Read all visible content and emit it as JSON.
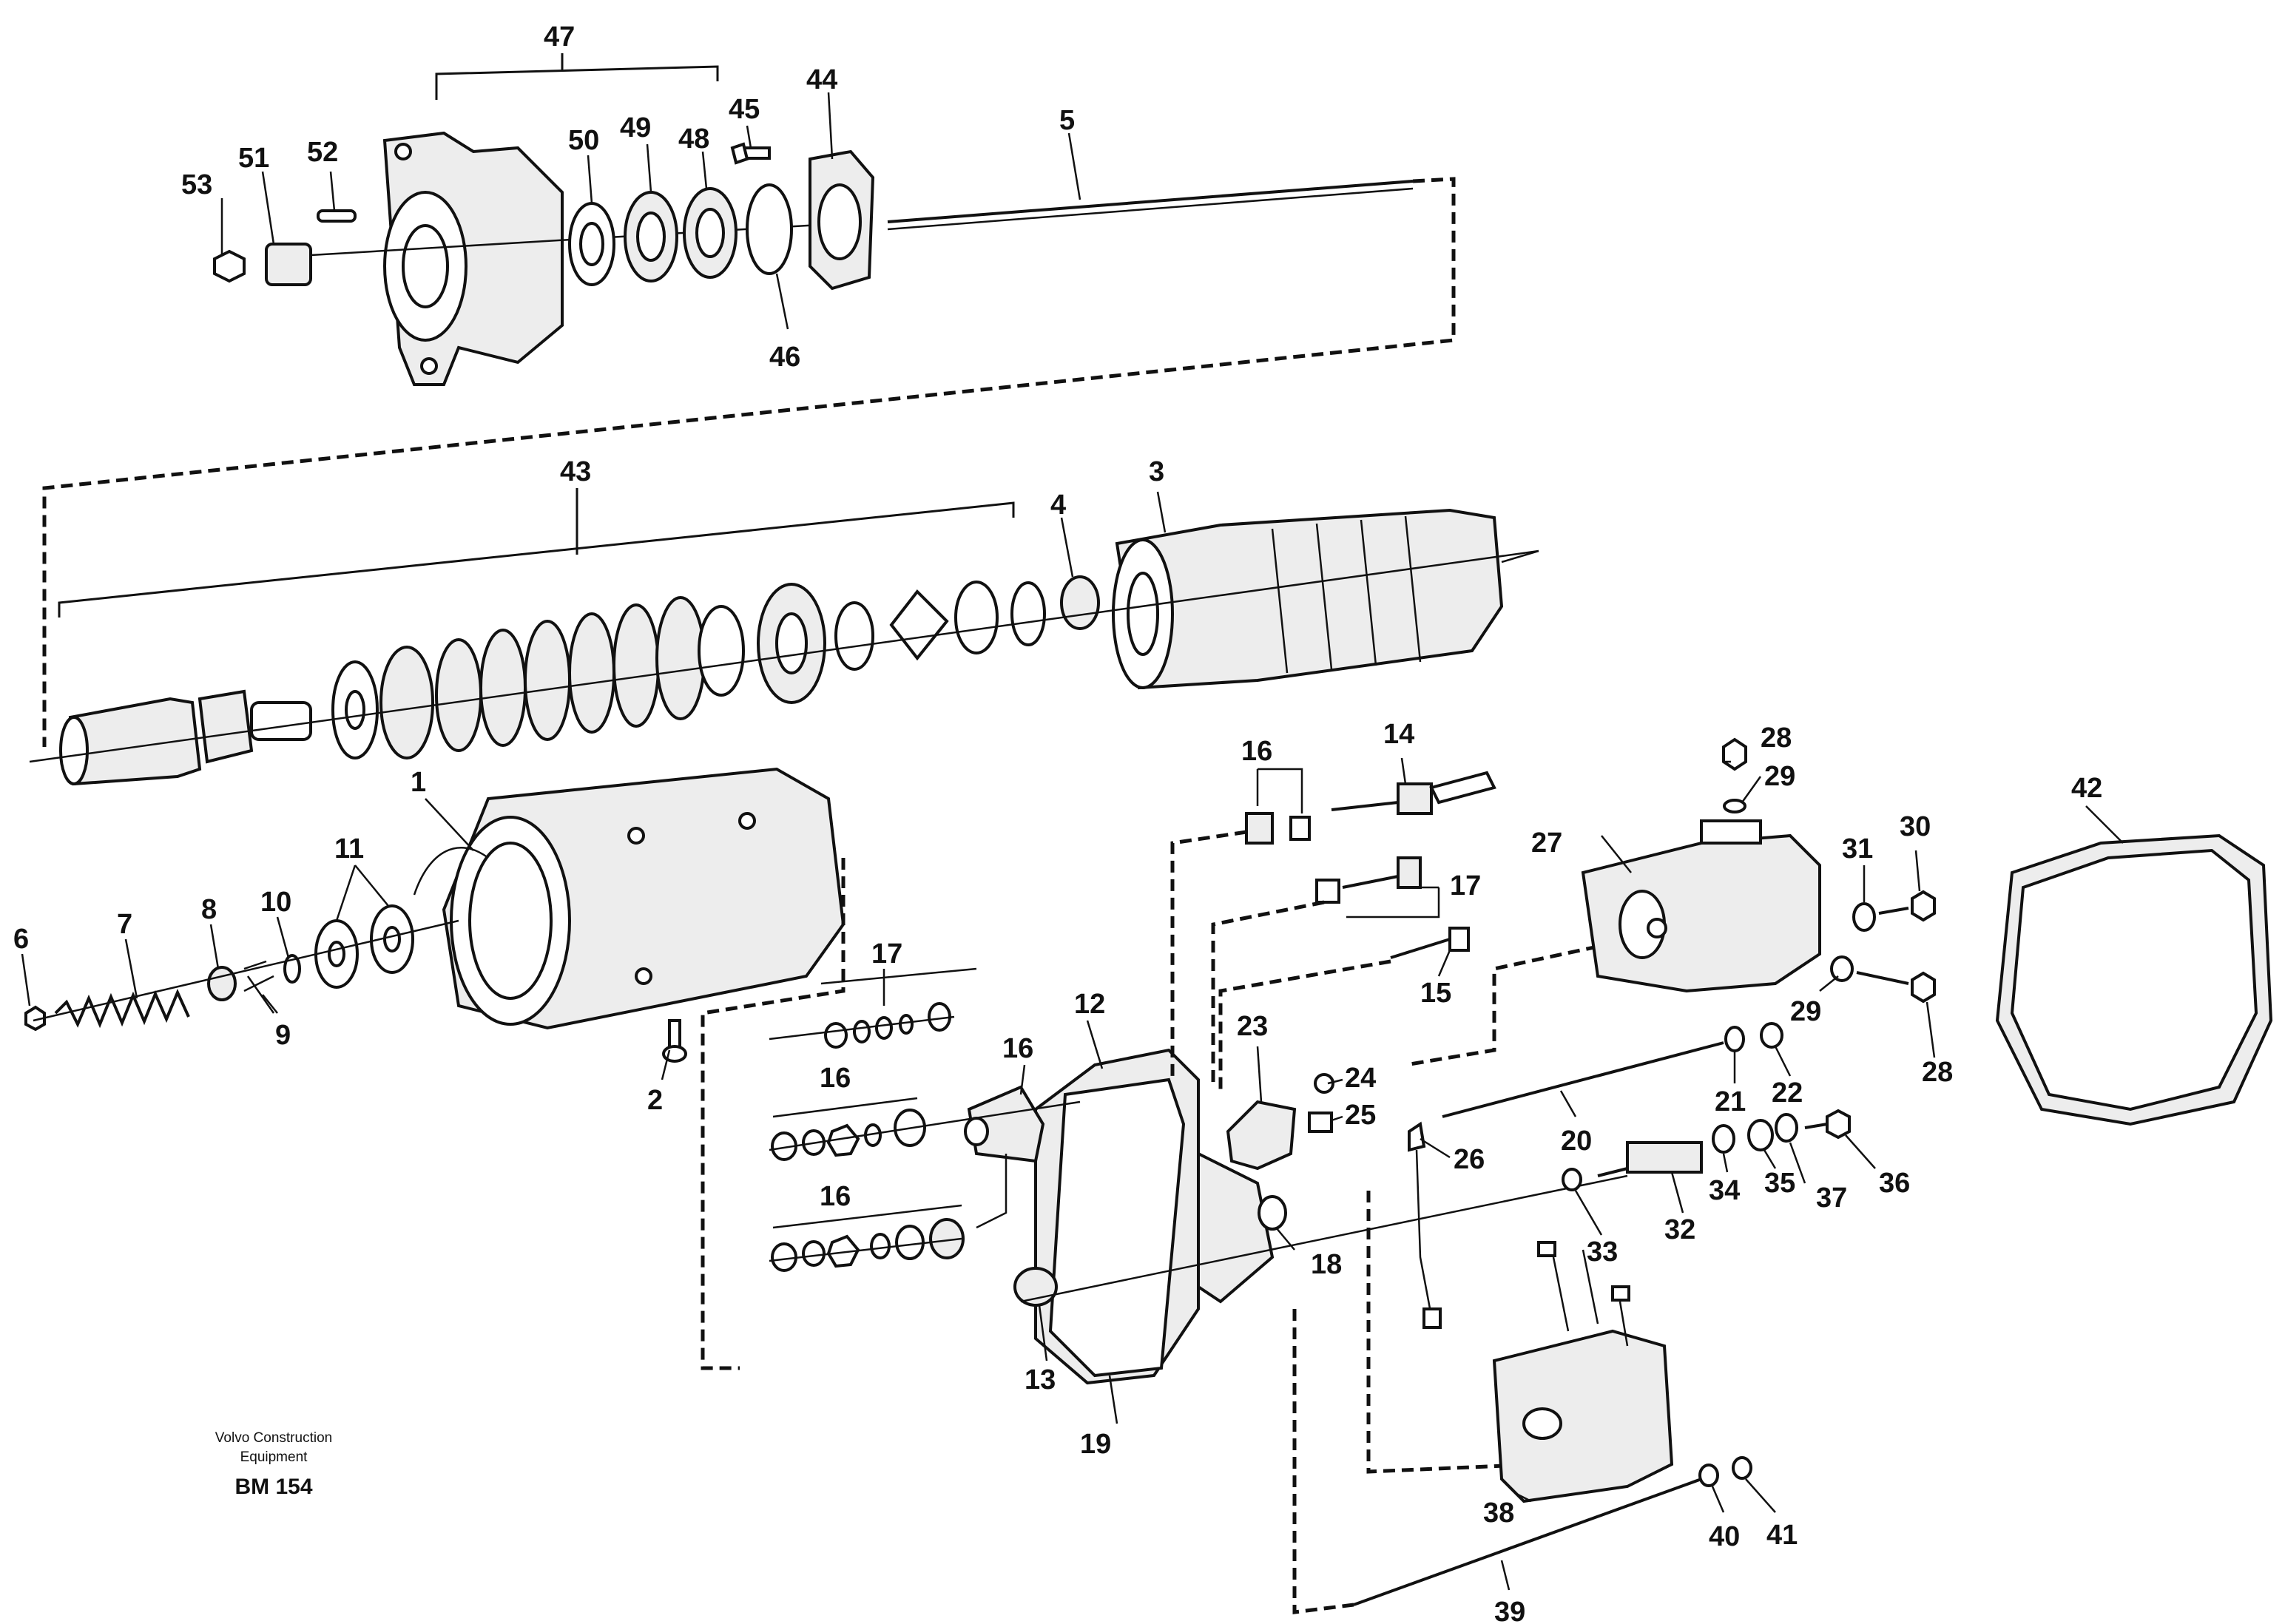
{
  "footer": {
    "brand_line_1": "Volvo Construction",
    "brand_line_2": "Equipment",
    "code": "BM 154"
  },
  "callouts": {
    "c1": "1",
    "c2": "2",
    "c3": "3",
    "c4": "4",
    "c5": "5",
    "c6": "6",
    "c7": "7",
    "c8": "8",
    "c9": "9",
    "c10": "10",
    "c11": "11",
    "c12": "12",
    "c13": "13",
    "c14": "14",
    "c15": "15",
    "c16a": "16",
    "c16b": "16",
    "c16c": "16",
    "c16d": "16",
    "c17a": "17",
    "c17b": "17",
    "c18": "18",
    "c19": "19",
    "c20": "20",
    "c21": "21",
    "c22": "22",
    "c23": "23",
    "c24": "24",
    "c25": "25",
    "c26": "26",
    "c27": "27",
    "c28a": "28",
    "c28b": "28",
    "c29a": "29",
    "c29b": "29",
    "c30": "30",
    "c31": "31",
    "c32": "32",
    "c33": "33",
    "c34": "34",
    "c35": "35",
    "c36": "36",
    "c37": "37",
    "c38": "38",
    "c39": "39",
    "c40": "40",
    "c41": "41",
    "c42": "42",
    "c43": "43",
    "c44": "44",
    "c45": "45",
    "c46": "46",
    "c47": "47",
    "c48": "48",
    "c49": "49",
    "c50": "50",
    "c51": "51",
    "c52": "52",
    "c53": "53"
  }
}
